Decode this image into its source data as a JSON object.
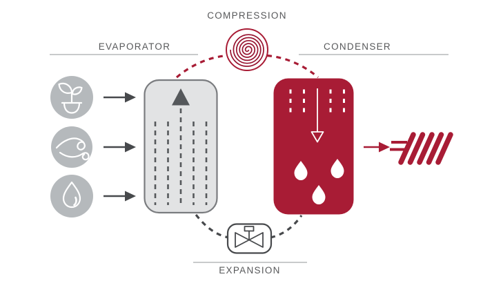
{
  "diagram": {
    "labels": {
      "compression": "COMPRESSION",
      "evaporator": "EVAPORATOR",
      "condenser": "CONDENSER",
      "expansion": "EXPANSION"
    },
    "icons": {
      "compressor": "spiral-scroll-icon",
      "expansion_valve": "valve-icon",
      "heat_sources": [
        "plant-icon",
        "wind-icon",
        "water-drop-icon"
      ],
      "evaporator_flow": "up-arrow-with-dashed-vapor-lines",
      "condenser_flow": "down-arrow-with-droplets",
      "heat_output": "radiator-icon"
    },
    "colors": {
      "accent_red": "#A81C35",
      "spiral_red": "#97132F",
      "box_fill": "#E2E3E4",
      "box_stroke": "#7A7C7F",
      "evap_dash": "#55585B",
      "source_circle": "#B5B9BC",
      "dark_gray": "#47494C",
      "text_gray": "#57585A",
      "rule_gray": "#A7AAAC"
    }
  }
}
